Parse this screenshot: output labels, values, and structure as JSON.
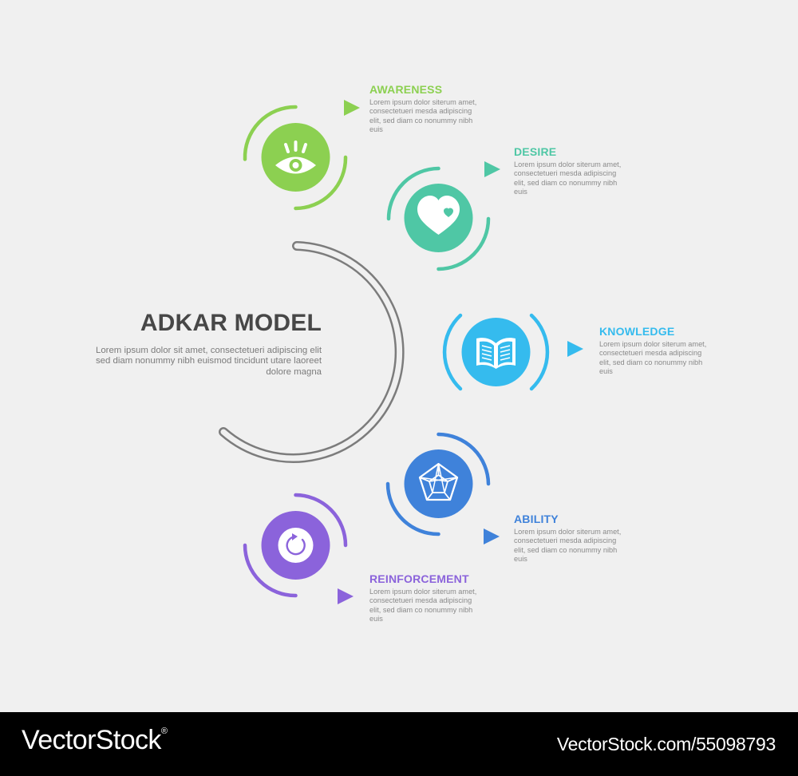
{
  "main": {
    "title": "ADKAR MODEL",
    "description": "Lorem ipsum dolor sit amet, consectetueri adipiscing elit sed diam nonummy nibh euismod tincidunt utare laoreet dolore magna"
  },
  "steps": [
    {
      "title": "AWARENESS",
      "description": "Lorem ipsum dolor siterum amet, consectetueri mesda adipiscing elit, sed diam co nonummy nibh euis",
      "color": "#8cd051",
      "icon": "eye-icon"
    },
    {
      "title": "DESIRE",
      "description": "Lorem ipsum dolor siterum amet, consectetueri mesda adipiscing elit, sed diam co nonummy nibh euis",
      "color": "#4fc7a5",
      "icon": "heart-icon"
    },
    {
      "title": "KNOWLEDGE",
      "description": "Lorem ipsum dolor siterum amet, consectetueri mesda adipiscing elit, sed diam co nonummy nibh euis",
      "color": "#35bbee",
      "icon": "book-icon"
    },
    {
      "title": "ABILITY",
      "description": "Lorem ipsum dolor siterum amet, consectetueri mesda adipiscing elit, sed diam co nonummy nibh euis",
      "color": "#3f82da",
      "icon": "pentagon-web-icon"
    },
    {
      "title": "REINFORCEMENT",
      "description": "Lorem ipsum dolor siterum amet, consectetueri mesda adipiscing elit, sed diam co nonummy nibh euis",
      "color": "#8b63db",
      "icon": "refresh-icon"
    }
  ],
  "footer": {
    "brand": "VectorStock",
    "brand_mark": "®",
    "credit": "VectorStock.com/55098793"
  }
}
